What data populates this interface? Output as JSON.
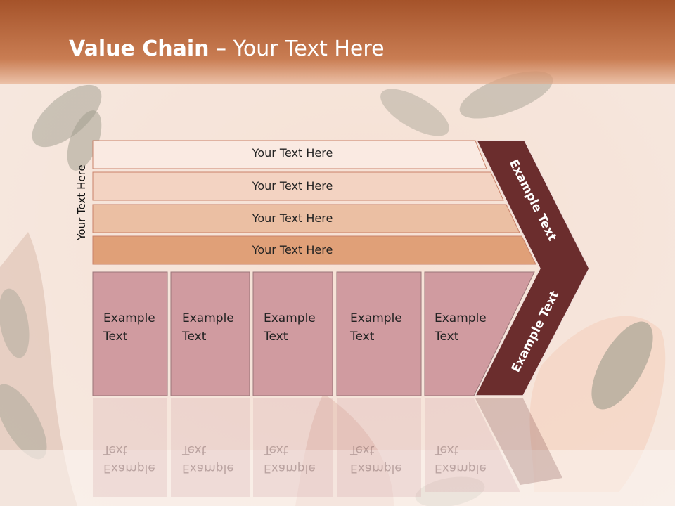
{
  "title": {
    "bold": "Value Chain",
    "rest": " – Your Text Here"
  },
  "vertical_label": "Your Text Here",
  "rows": [
    {
      "label": "Your Text Here"
    },
    {
      "label": "Your Text Here"
    },
    {
      "label": "Your Text Here"
    },
    {
      "label": "Your Text Here"
    }
  ],
  "boxes": [
    {
      "line1": "Example",
      "line2": "Text"
    },
    {
      "line1": "Example",
      "line2": "Text"
    },
    {
      "line1": "Example",
      "line2": "Text"
    },
    {
      "line1": "Example",
      "line2": "Text"
    },
    {
      "line1": "Example",
      "line2": "Text"
    }
  ],
  "arrow": {
    "upper": "Example Text",
    "lower": "Example Text"
  },
  "colors": {
    "header": "#b8673c",
    "row1": "#faeae2",
    "row2": "#f3d3c2",
    "row3": "#ebbfa3",
    "row4": "#e0a078",
    "boxes": "#d09ba0",
    "arrow": "#6b2d2d"
  }
}
